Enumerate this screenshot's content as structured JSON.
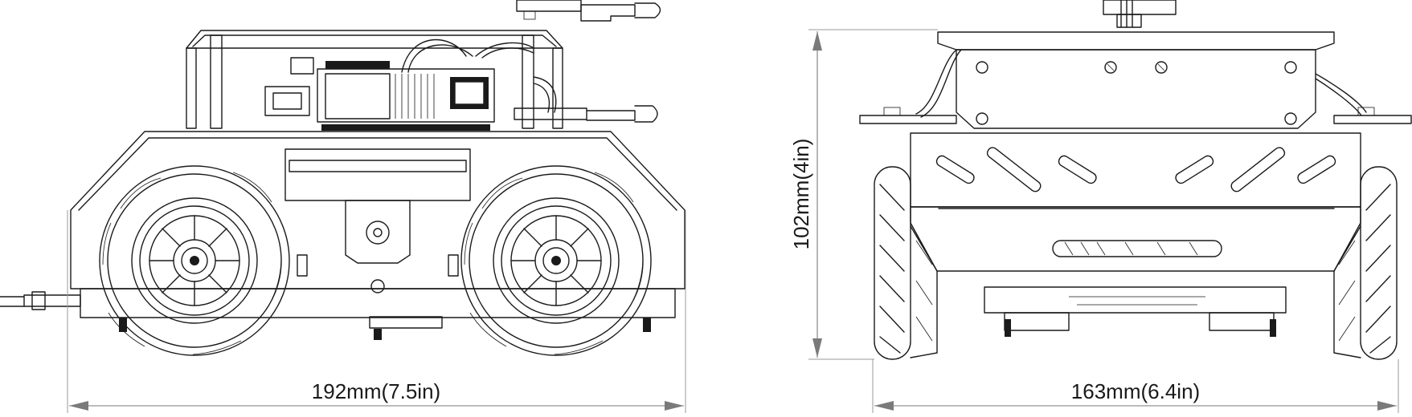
{
  "dimensions": {
    "length_label": "192mm(7.5in)",
    "height_label": "102mm(4in)",
    "width_label": "163mm(6.4in)"
  }
}
